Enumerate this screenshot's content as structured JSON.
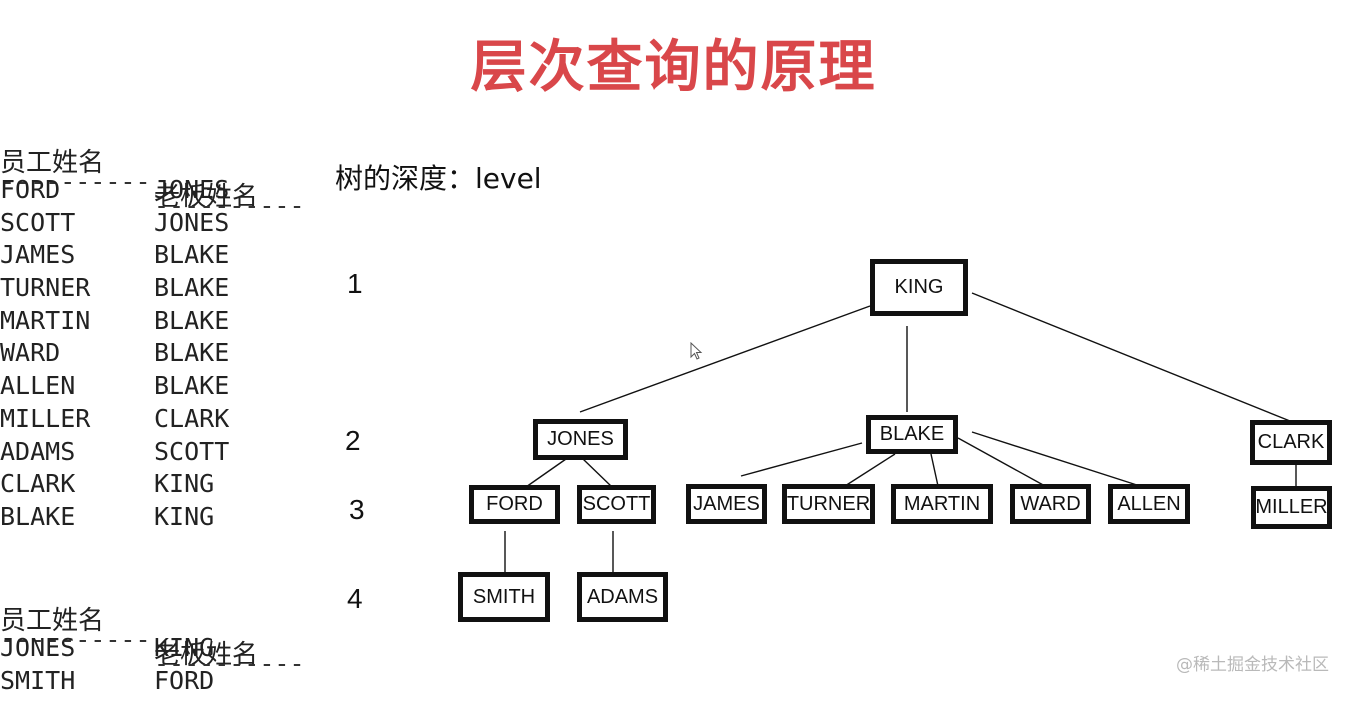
{
  "title": "层次查询的原理",
  "tables": [
    {
      "header": [
        "员工姓名",
        "老板姓名"
      ],
      "dashes": [
        "----------",
        "----------"
      ],
      "rows": [
        [
          "FORD",
          "JONES"
        ],
        [
          "SCOTT",
          "JONES"
        ],
        [
          "JAMES",
          "BLAKE"
        ],
        [
          "TURNER",
          "BLAKE"
        ],
        [
          "MARTIN",
          "BLAKE"
        ],
        [
          "WARD",
          "BLAKE"
        ],
        [
          "ALLEN",
          "BLAKE"
        ],
        [
          "MILLER",
          "CLARK"
        ],
        [
          "ADAMS",
          "SCOTT"
        ],
        [
          "CLARK",
          "KING"
        ],
        [
          "BLAKE",
          "KING"
        ]
      ]
    },
    {
      "header": [
        "员工姓名",
        "老板姓名"
      ],
      "dashes": [
        "----------",
        "----------"
      ],
      "rows": [
        [
          "JONES",
          "KING"
        ],
        [
          "SMITH",
          "FORD"
        ]
      ]
    }
  ],
  "depth_label": "树的深度：level",
  "levels": [
    "1",
    "2",
    "3",
    "4"
  ],
  "tree": {
    "king": "KING",
    "jones": "JONES",
    "blake": "BLAKE",
    "clark": "CLARK",
    "ford": "FORD",
    "scott": "SCOTT",
    "james": "JAMES",
    "turner": "TURNER",
    "martin": "MARTIN",
    "ward": "WARD",
    "allen": "ALLEN",
    "miller": "MILLER",
    "smith": "SMITH",
    "adams": "ADAMS"
  },
  "watermark": "@稀土掘金技术社区",
  "colors": {
    "title": "#d9474a",
    "node_border": "#111111"
  }
}
